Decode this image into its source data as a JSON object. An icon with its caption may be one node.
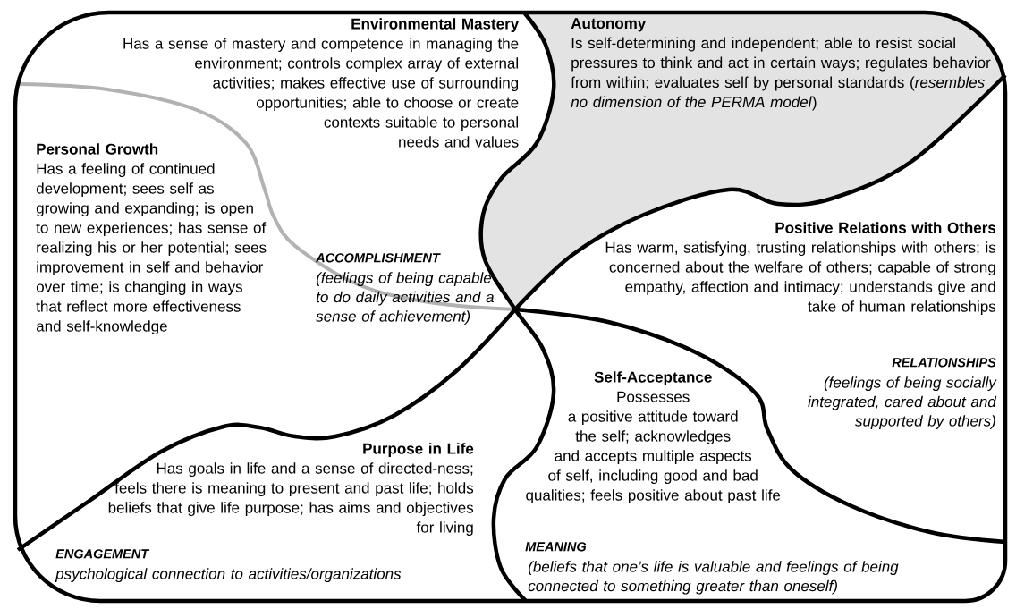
{
  "diagram": {
    "nodes": [
      {
        "text": [
          "Environmental Mastery",
          "Has a sense of mastery and competence in managing the environment; controls complex array of external activities; makes effective use of surrounding opportunities; able to choose or create contexts suitable to personal needs and values"
        ]
      },
      {
        "text": [
          "Autonomy",
          "Is self-determining and independent; able to resist social pressures to think and act in certain ways; regulates behavior from within; evaluates self by personal standards (*resembles no dimension of the PERMA model*)"
        ]
      },
      {
        "text": [
          "Personal Growth",
          "Has a feeling of continued development; sees self as growing and expanding; is open to new experiences; has sense of realizing his or her potential; sees improvement in self and behavior over time; is changing in ways that reflect more effectiveness and self-knowledge"
        ]
      },
      {
        "text": [
          "Positive Relations with Others",
          "Has warm, satisfying, trusting relationships with others; is concerned about the welfare of others; capable of strong empathy, affection and intimacy; understands give and take of human relationships"
        ]
      },
      {
        "text": [
          "Self-Acceptance",
          "Possesses a positive attitude toward the self; acknowledges and accepts multiple aspects of self, including good and bad qualities; feels positive about past life"
        ]
      },
      {
        "text": [
          "Purpose in Life",
          "Has goals in life and a sense of directed-ness; feels there is meaning to present and past life; holds beliefs that give life purpose; has aims and objectives for living"
        ]
      }
    ],
    "labels": [
      "ACCOMPLISHMENT",
      "(feelings of being capable to do daily activities and a sense of achievement)",
      "RELATIONSHIPS",
      "(feelings of being socially integrated, cared about and supported by others)",
      "ENGAGEMENT",
      "psychological connection to activities/organizations",
      "MEANING",
      "(beliefs that one’s life is valuable and feelings of being connected to something greater than oneself)"
    ]
  }
}
